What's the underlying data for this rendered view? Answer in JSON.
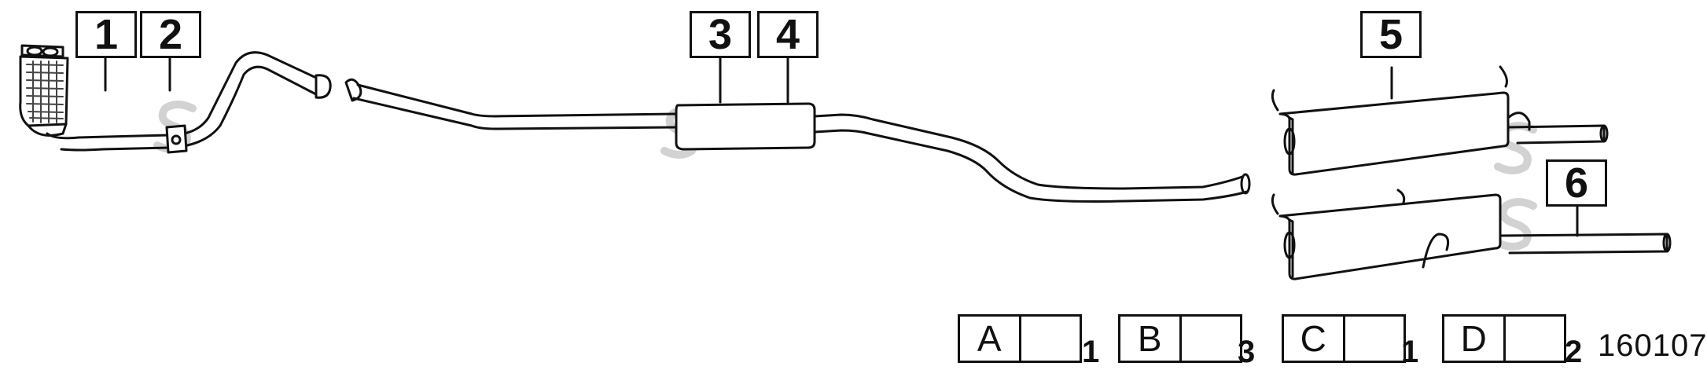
{
  "diagram": {
    "callouts": [
      "1",
      "2",
      "3",
      "4",
      "5",
      "6"
    ],
    "kits": [
      {
        "letter": "A",
        "qty": "1",
        "icon": "clamp-icon"
      },
      {
        "letter": "B",
        "qty": "3",
        "icon": "rubber-hanger-icon"
      },
      {
        "letter": "C",
        "qty": "1",
        "icon": "rubber-ring-icon"
      },
      {
        "letter": "D",
        "qty": "2",
        "icon": "rubber-mount-icon"
      }
    ],
    "diagram_id": "160107",
    "colors": {
      "line": "#111111",
      "fill": "#ffffff",
      "watermark": "#d0d0d0"
    }
  }
}
